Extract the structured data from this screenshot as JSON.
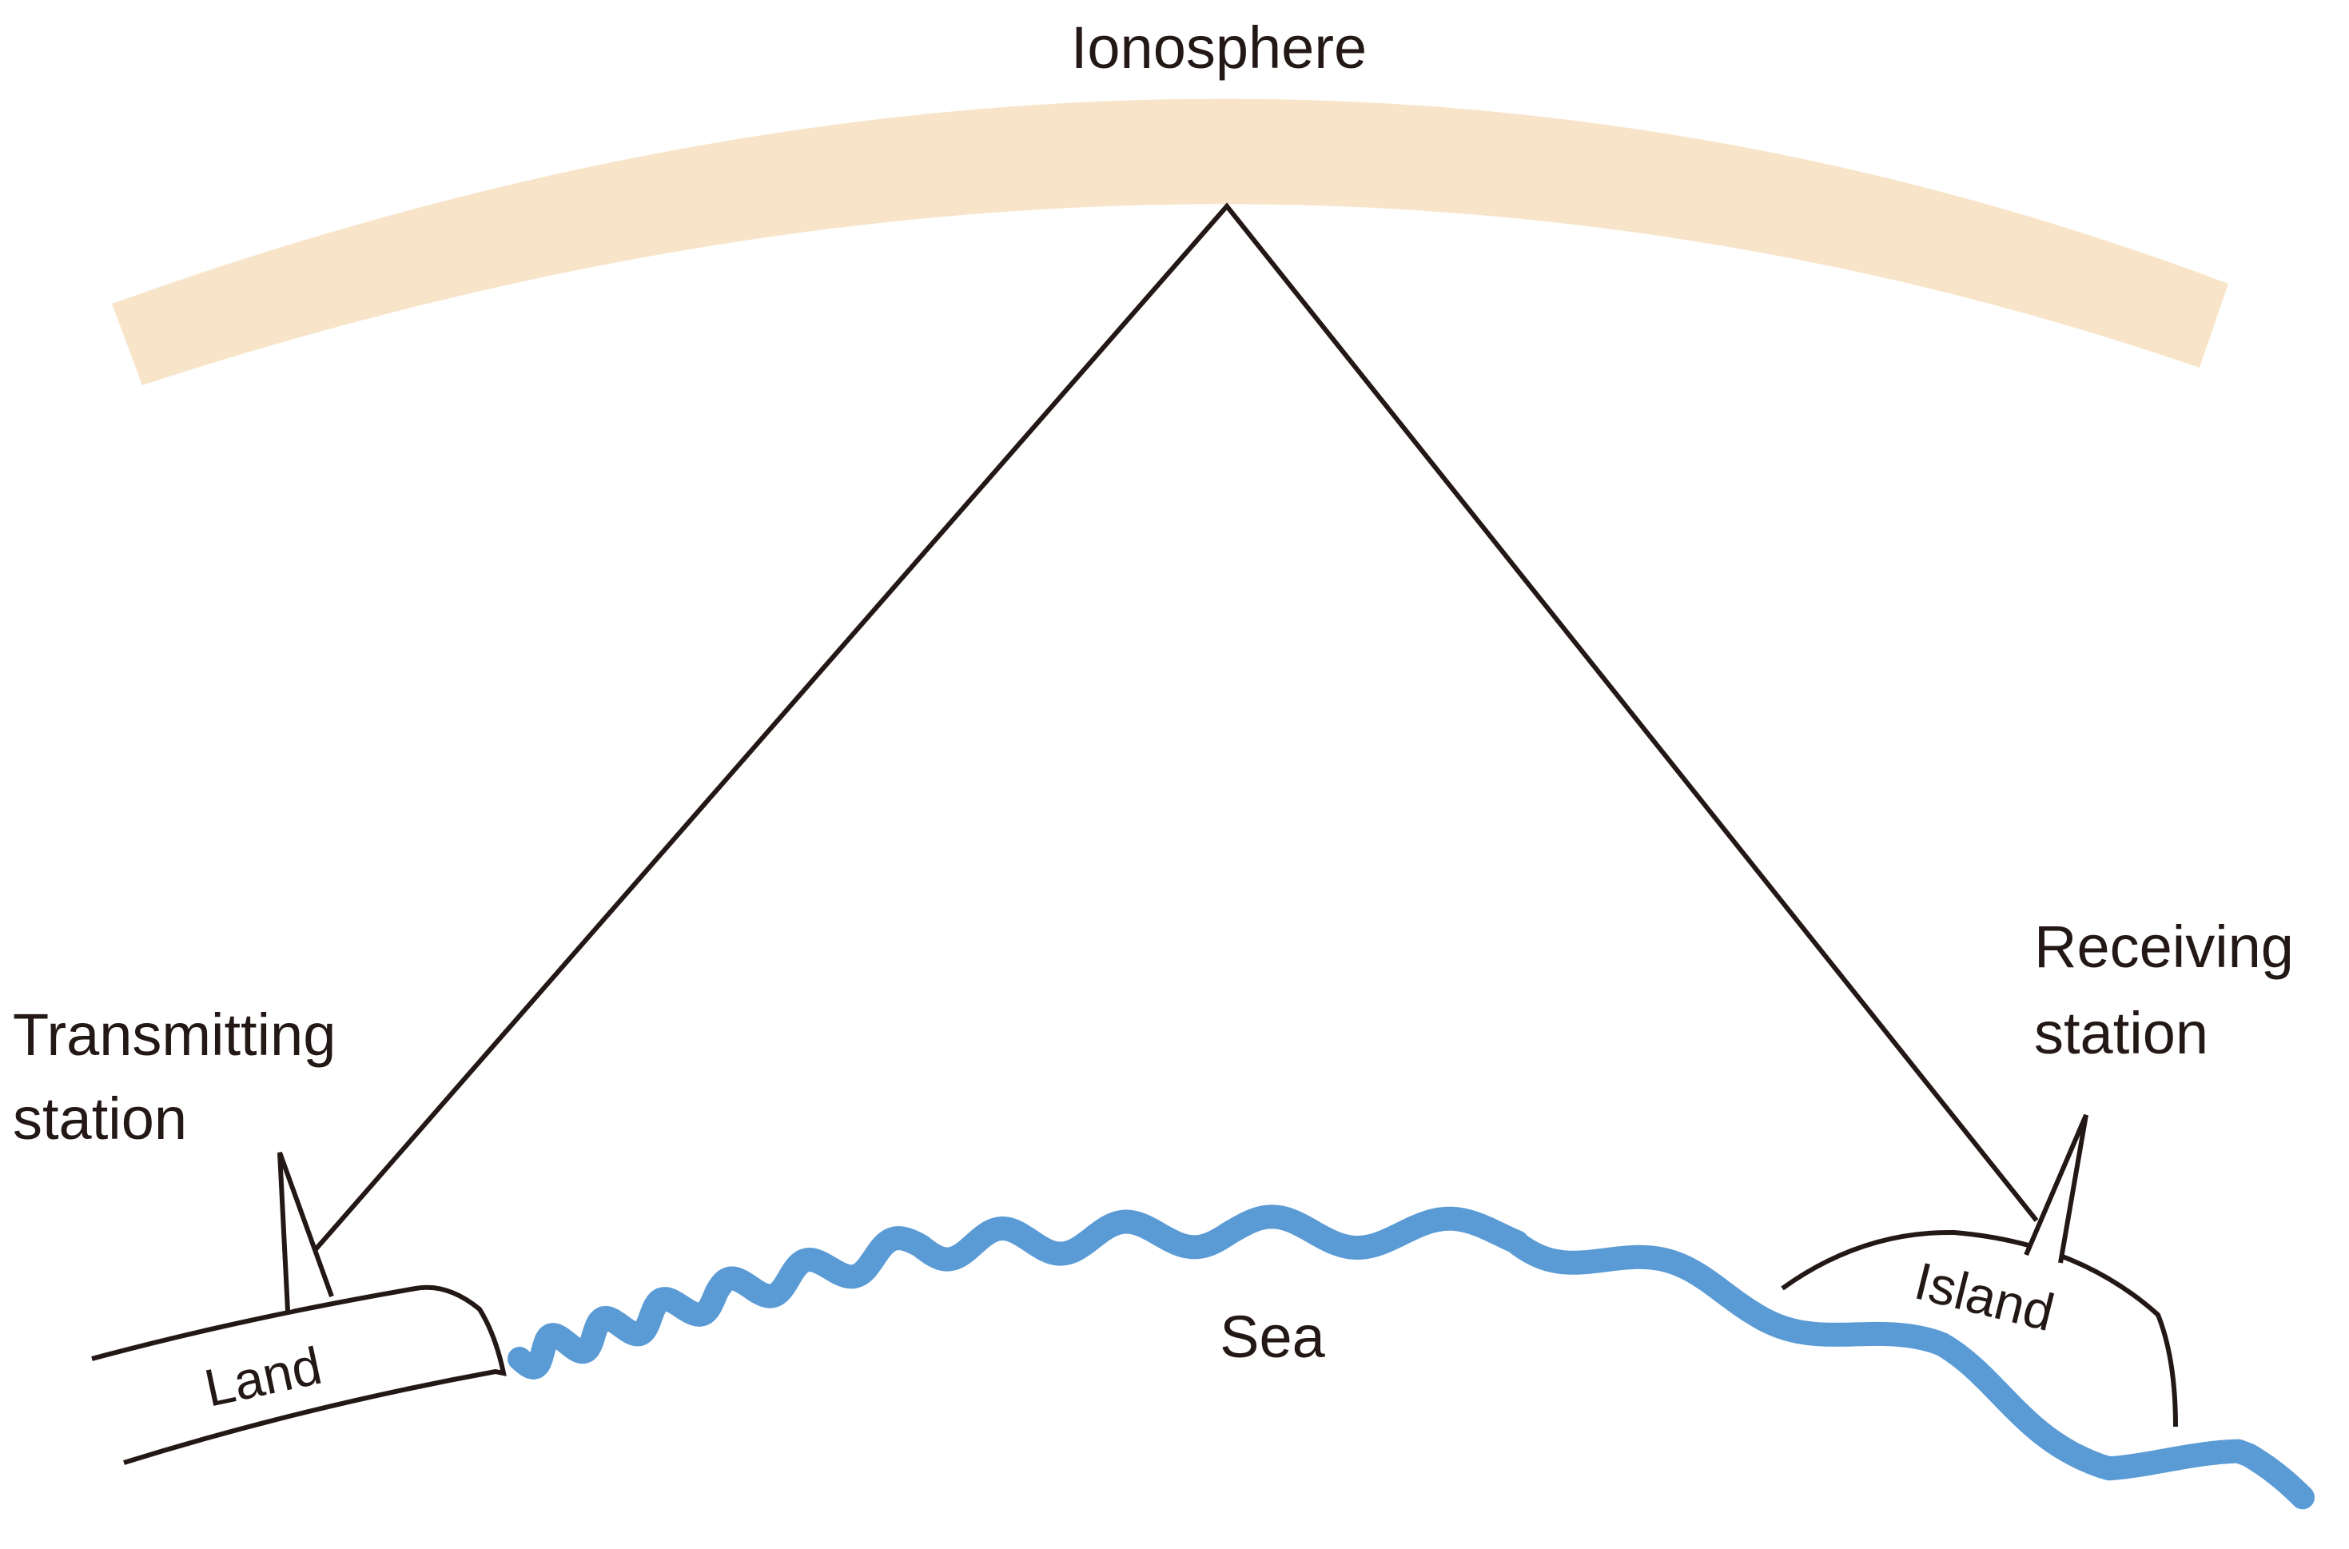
{
  "labels": {
    "ionosphere": "Ionosphere",
    "transmitting_line1": "Transmitting",
    "transmitting_line2": "station",
    "receiving_line1": "Receiving",
    "receiving_line2": "station",
    "land": "Land",
    "island": "Island",
    "sea": "Sea"
  },
  "colors": {
    "ionosphere": "#f8e5c9",
    "sea": "#5b9bd5",
    "line": "#231815"
  }
}
